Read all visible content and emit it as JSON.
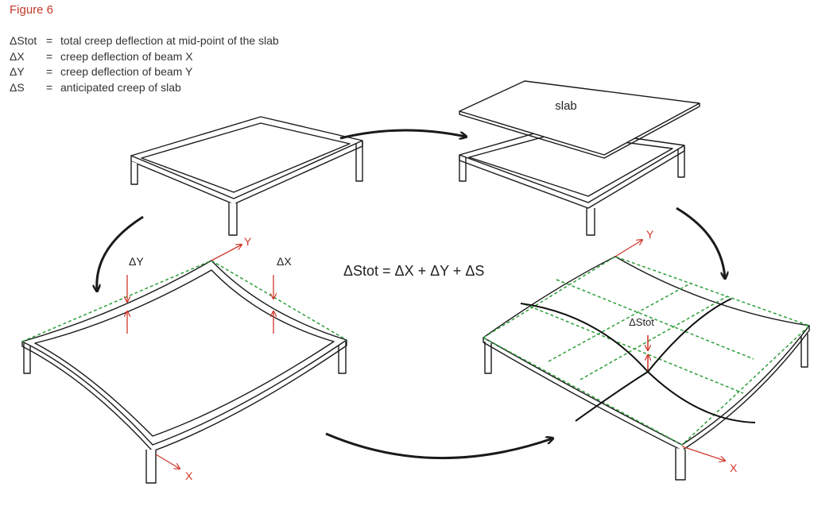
{
  "figure_label": "Figure 6",
  "legend": [
    {
      "symbol": "ΔStot",
      "equals": "=",
      "text": "total creep deflection at mid-point of the slab"
    },
    {
      "symbol": "ΔX",
      "equals": "=",
      "text": "creep deflection of beam X"
    },
    {
      "symbol": "ΔY",
      "equals": "=",
      "text": "creep deflection of beam Y"
    },
    {
      "symbol": "ΔS",
      "equals": "=",
      "text": "anticipated creep of slab"
    }
  ],
  "labels": {
    "slab": "slab",
    "equation": "ΔStot = ΔX + ΔY + ΔS",
    "delta_y": "ΔY",
    "delta_x": "ΔX",
    "delta_stot": "ΔStot",
    "axis_y": "Y",
    "axis_x": "X"
  },
  "colors": {
    "line": "#1a1a1a",
    "annotation": "#d0382b",
    "dashed": "#2e9e3a",
    "figure_label": "#c0392b"
  }
}
